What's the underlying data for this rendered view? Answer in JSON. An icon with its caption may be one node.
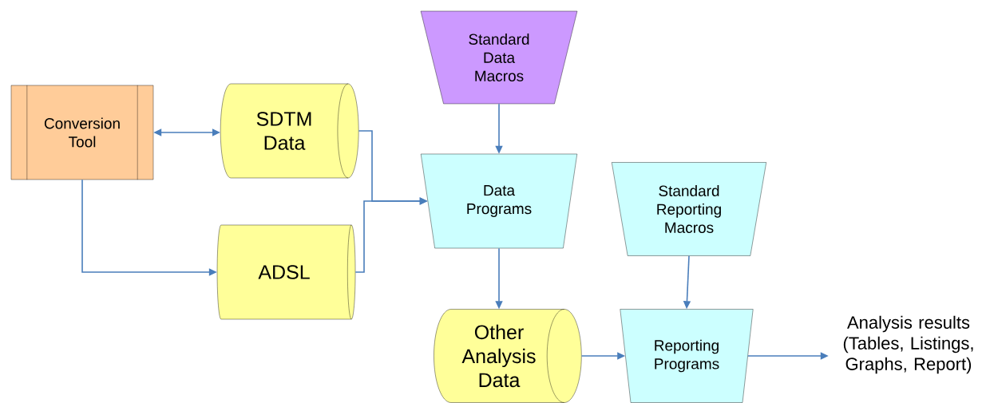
{
  "diagram": {
    "nodes": [
      {
        "text": [
          "Conversion Tool"
        ]
      },
      {
        "text": [
          "SDTM Data"
        ]
      },
      {
        "text": [
          "ADSL"
        ]
      },
      {
        "text": [
          "Standard Data Macros"
        ]
      },
      {
        "text": [
          "Data Programs"
        ]
      },
      {
        "text": [
          "Standard Reporting Macros"
        ]
      },
      {
        "text": [
          "Other Analysis Data"
        ]
      },
      {
        "text": [
          "Reporting Programs"
        ]
      },
      {
        "text": [
          "Analysis results (Tables, Listings, Graphs, Report)"
        ]
      }
    ],
    "edges": [
      {
        "from": 0,
        "to": 1,
        "arrow": "both"
      },
      {
        "from": 0,
        "to": 2,
        "arrow": "to"
      },
      {
        "from": 1,
        "to": 4,
        "arrow": "to"
      },
      {
        "from": 2,
        "to": 4,
        "arrow": "to"
      },
      {
        "from": 3,
        "to": 4,
        "arrow": "to"
      },
      {
        "from": 4,
        "to": 6,
        "arrow": "to"
      },
      {
        "from": 5,
        "to": 7,
        "arrow": "to"
      },
      {
        "from": 6,
        "to": 7,
        "arrow": "to"
      },
      {
        "from": 7,
        "to": 8,
        "arrow": "to"
      }
    ]
  }
}
